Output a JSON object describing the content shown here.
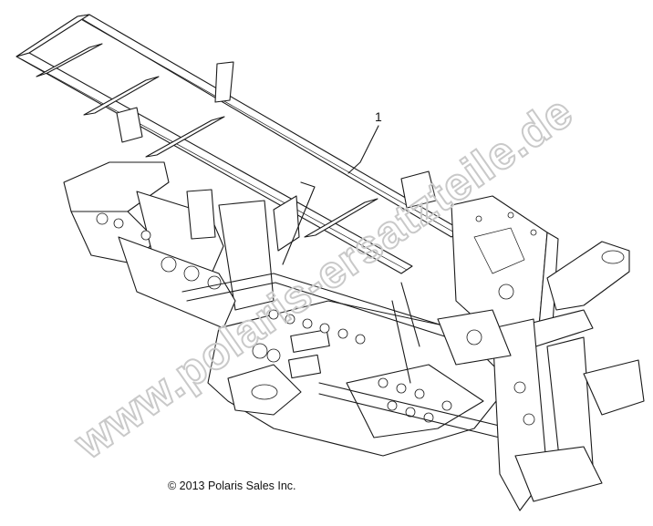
{
  "diagram": {
    "callout_label": "1",
    "copyright": "© 2013 Polaris Sales Inc.",
    "watermark": "www.polaris-ersatzteile.de",
    "colors": {
      "line": "#1a1a1a",
      "watermark_outline": "#c9c9c9",
      "background": "#ffffff"
    }
  }
}
